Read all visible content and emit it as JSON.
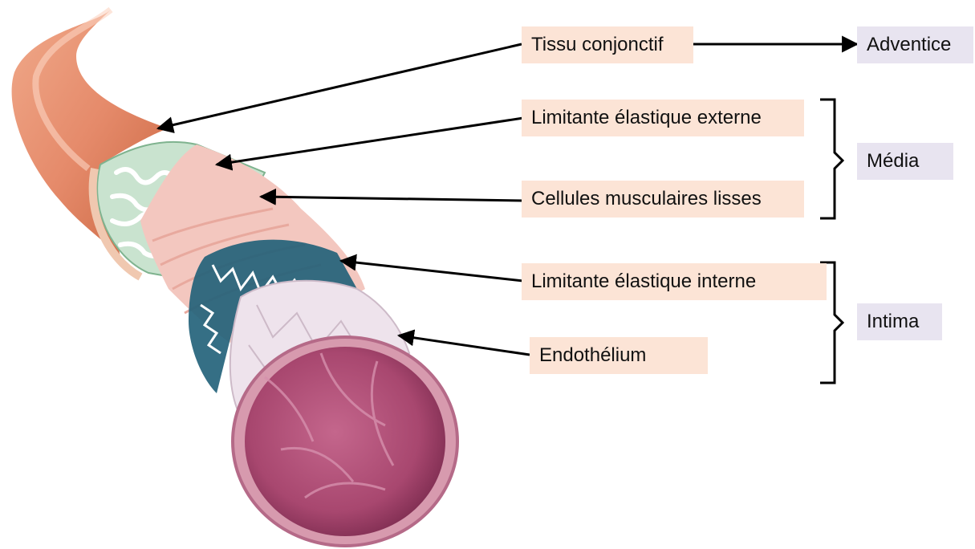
{
  "labels": {
    "tissu": "Tissu conjonctif",
    "lee": "Limitante élastique externe",
    "cml": "Cellules musculaires lisses",
    "lei": "Limitante élastique interne",
    "endo": "Endothélium"
  },
  "groups": {
    "adventice": "Adventice",
    "media": "Média",
    "intima": "Intima"
  },
  "colors": {
    "label_bg": "#fce4d6",
    "group_bg": "#e8e4f0",
    "adventitia": "#e58a6a",
    "elastic_externa": "#c9e3cf",
    "muscle": "#f3c7bf",
    "elastic_interna": "#1f5f78",
    "endothelium": "#eee3ec",
    "lumen": "#a8476f"
  }
}
